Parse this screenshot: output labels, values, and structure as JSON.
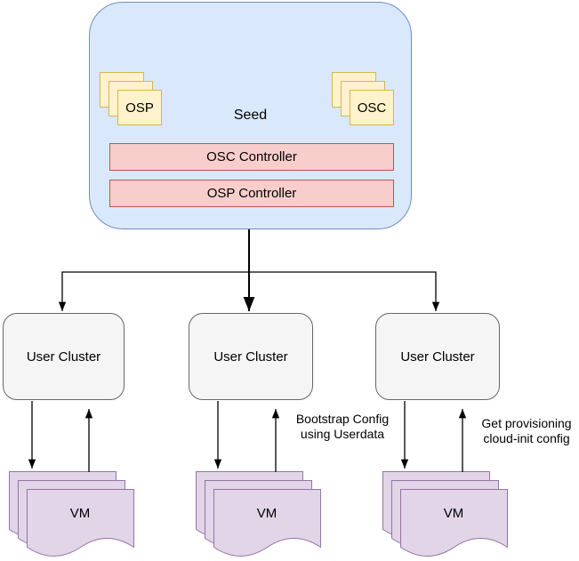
{
  "diagram": {
    "seed": {
      "label": "Seed",
      "osp_stack_label": "OSP",
      "osc_stack_label": "OSC",
      "controllers": [
        {
          "label": "OSC Controller"
        },
        {
          "label": "OSP Controller"
        }
      ]
    },
    "user_clusters": [
      {
        "label": "User Cluster"
      },
      {
        "label": "User Cluster"
      },
      {
        "label": "User Cluster"
      }
    ],
    "vm_stacks": [
      {
        "label": "VM"
      },
      {
        "label": "VM"
      },
      {
        "label": "VM"
      }
    ],
    "annotations": [
      {
        "line1": "Bootstrap Config",
        "line2": "using Userdata"
      },
      {
        "line1": "Get provisioning",
        "line2": "cloud-init config"
      }
    ],
    "colors": {
      "seed_fill": "#dae8fc",
      "seed_stroke": "#6c8ebf",
      "module_fill": "#fff2cc",
      "module_stroke": "#d6b656",
      "controller_fill": "#f8cecc",
      "controller_stroke": "#b85450",
      "cluster_fill": "#f5f5f5",
      "cluster_stroke": "#666666",
      "vm_fill": "#e1d5e7",
      "vm_stroke": "#9673a6",
      "connector": "#000000"
    }
  }
}
